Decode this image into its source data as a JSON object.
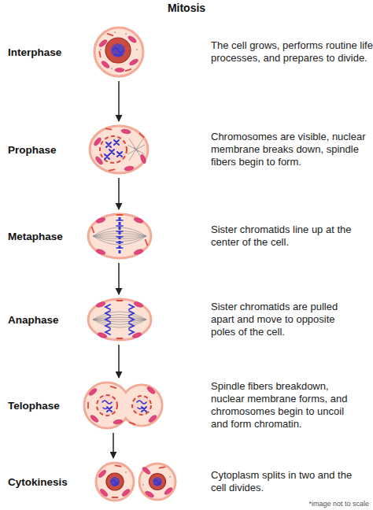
{
  "diagram": {
    "title": "Mitosis",
    "nodes": [
      {
        "text": [
          "Interphase",
          "The cell grows, performs routine life processes, and prepares to divide."
        ]
      },
      {
        "text": [
          "Prophase",
          "Chromosomes are visible, nuclear membrane breaks down, spindle fibers begin to form."
        ]
      },
      {
        "text": [
          "Metaphase",
          "Sister chromatids line up at the center of the cell."
        ]
      },
      {
        "text": [
          "Anaphase",
          "Sister chromatids are pulled apart and move to opposite poles of the cell."
        ]
      },
      {
        "text": [
          "Telophase",
          "Spindle fibers breakdown, nuclear membrane forms, and chromosomes begin to uncoil and form chromatin."
        ]
      },
      {
        "text": [
          "Cytokinesis",
          "Cytoplasm splits in two and the cell divides."
        ]
      }
    ],
    "edges": [
      {
        "from": 0,
        "to": 1,
        "arrow": "to"
      },
      {
        "from": 1,
        "to": 2,
        "arrow": "to"
      },
      {
        "from": 2,
        "to": 3,
        "arrow": "to"
      },
      {
        "from": 3,
        "to": 4,
        "arrow": "to"
      },
      {
        "from": 4,
        "to": 5,
        "arrow": "to"
      }
    ],
    "labels": [
      "*image not to scale"
    ]
  }
}
